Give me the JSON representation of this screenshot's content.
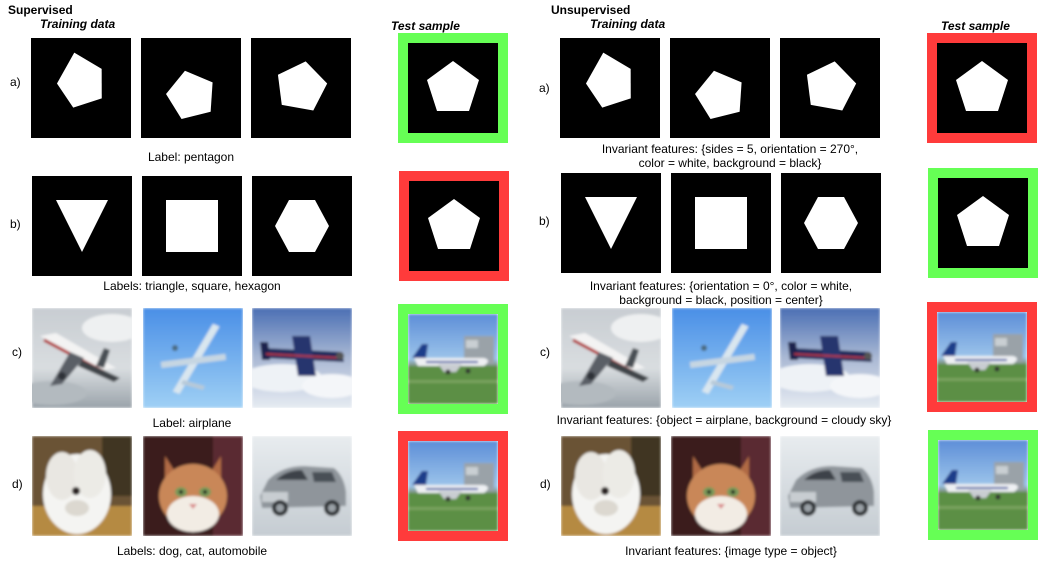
{
  "supervised": {
    "title": "Supervised",
    "training_title": "Training data",
    "test_title": "Test sample",
    "rows": [
      {
        "label": "a)",
        "caption": "Label: pentagon",
        "test": "correct"
      },
      {
        "label": "b)",
        "caption": "Labels: triangle, square, hexagon",
        "test": "incorrect"
      },
      {
        "label": "c)",
        "caption": "Label: airplane",
        "test": "correct"
      },
      {
        "label": "d)",
        "caption": "Labels: dog, cat, automobile",
        "test": "incorrect"
      }
    ]
  },
  "unsupervised": {
    "title": "Unsupervised",
    "training_title": "Training data",
    "test_title": "Test sample",
    "rows": [
      {
        "label": "a)",
        "caption_line1": "Invariant features: {sides = 5, orientation = 270°,",
        "caption_line2": "color = white, background = black}",
        "test": "incorrect"
      },
      {
        "label": "b)",
        "caption_line1": "Invariant features: {orientation = 0°, color = white,",
        "caption_line2": "background = black, position = center}",
        "test": "correct"
      },
      {
        "label": "c)",
        "caption_line1": "Invariant features: {object = airplane, background = cloudy sky}",
        "caption_line2": "",
        "test": "incorrect"
      },
      {
        "label": "d)",
        "caption_line1": "Invariant features: {image type = object}",
        "caption_line2": "",
        "test": "correct"
      }
    ]
  },
  "colors": {
    "correct_border": "#66ff55",
    "incorrect_border": "#ff3b3b",
    "tile_background": "#000000",
    "shape_fill": "#ffffff"
  },
  "icons": {
    "pentagon": "pentagon-shape",
    "triangle": "triangle-shape",
    "square": "square-shape",
    "hexagon": "hexagon-shape",
    "airplane": "airplane-photo",
    "dog": "dog-photo",
    "cat": "cat-photo",
    "automobile": "automobile-photo"
  }
}
